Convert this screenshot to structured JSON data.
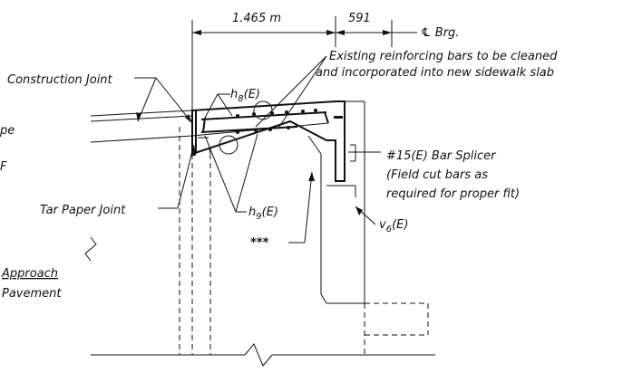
{
  "dimensions": {
    "width_left": "1.465 m",
    "width_right": "591",
    "centerline": "℄ Brg."
  },
  "labels": {
    "construction_joint": "Construction Joint",
    "existing_bars_line1": "Existing reinforcing bars to be cleaned",
    "existing_bars_line2": "and incorporated into new sidewalk slab",
    "h8": "h",
    "h8_sub": "8",
    "h8_suffix": "(E)",
    "h9": "h",
    "h9_sub": "9",
    "h9_suffix": "(E)",
    "v6": "v",
    "v6_sub": "6",
    "v6_suffix": "(E)",
    "bar_splicer": "#15(E) Bar Splicer",
    "field_cut_line1": "(Field cut bars as",
    "field_cut_line2": "required for proper fit)",
    "tar_paper_joint": "Tar Paper Joint",
    "stars": "***",
    "approach_line1": "Approach",
    "approach_line2": "Pavement",
    "cut_left_1": "pe",
    "cut_left_2": "F"
  }
}
